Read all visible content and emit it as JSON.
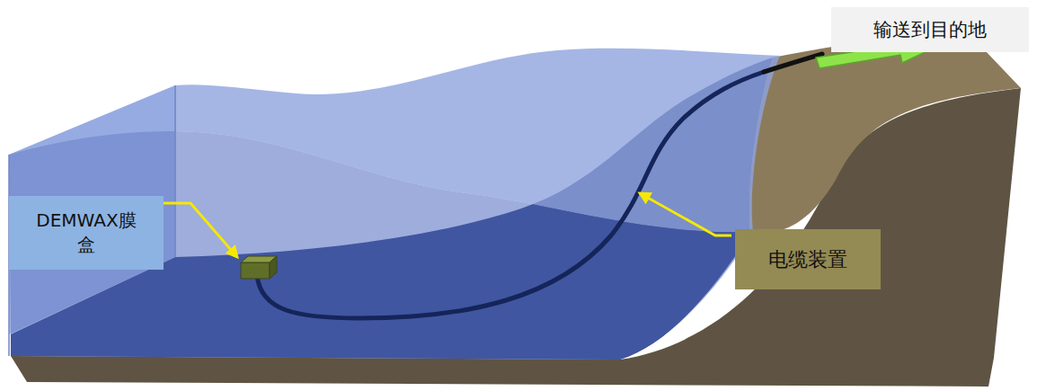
{
  "diagram": {
    "nodes": [
      {
        "text": [
          "输送到目的地"
        ]
      },
      {
        "text": [
          "DEMWAX膜盒"
        ]
      },
      {
        "text": [
          "电缆装置"
        ]
      }
    ]
  }
}
